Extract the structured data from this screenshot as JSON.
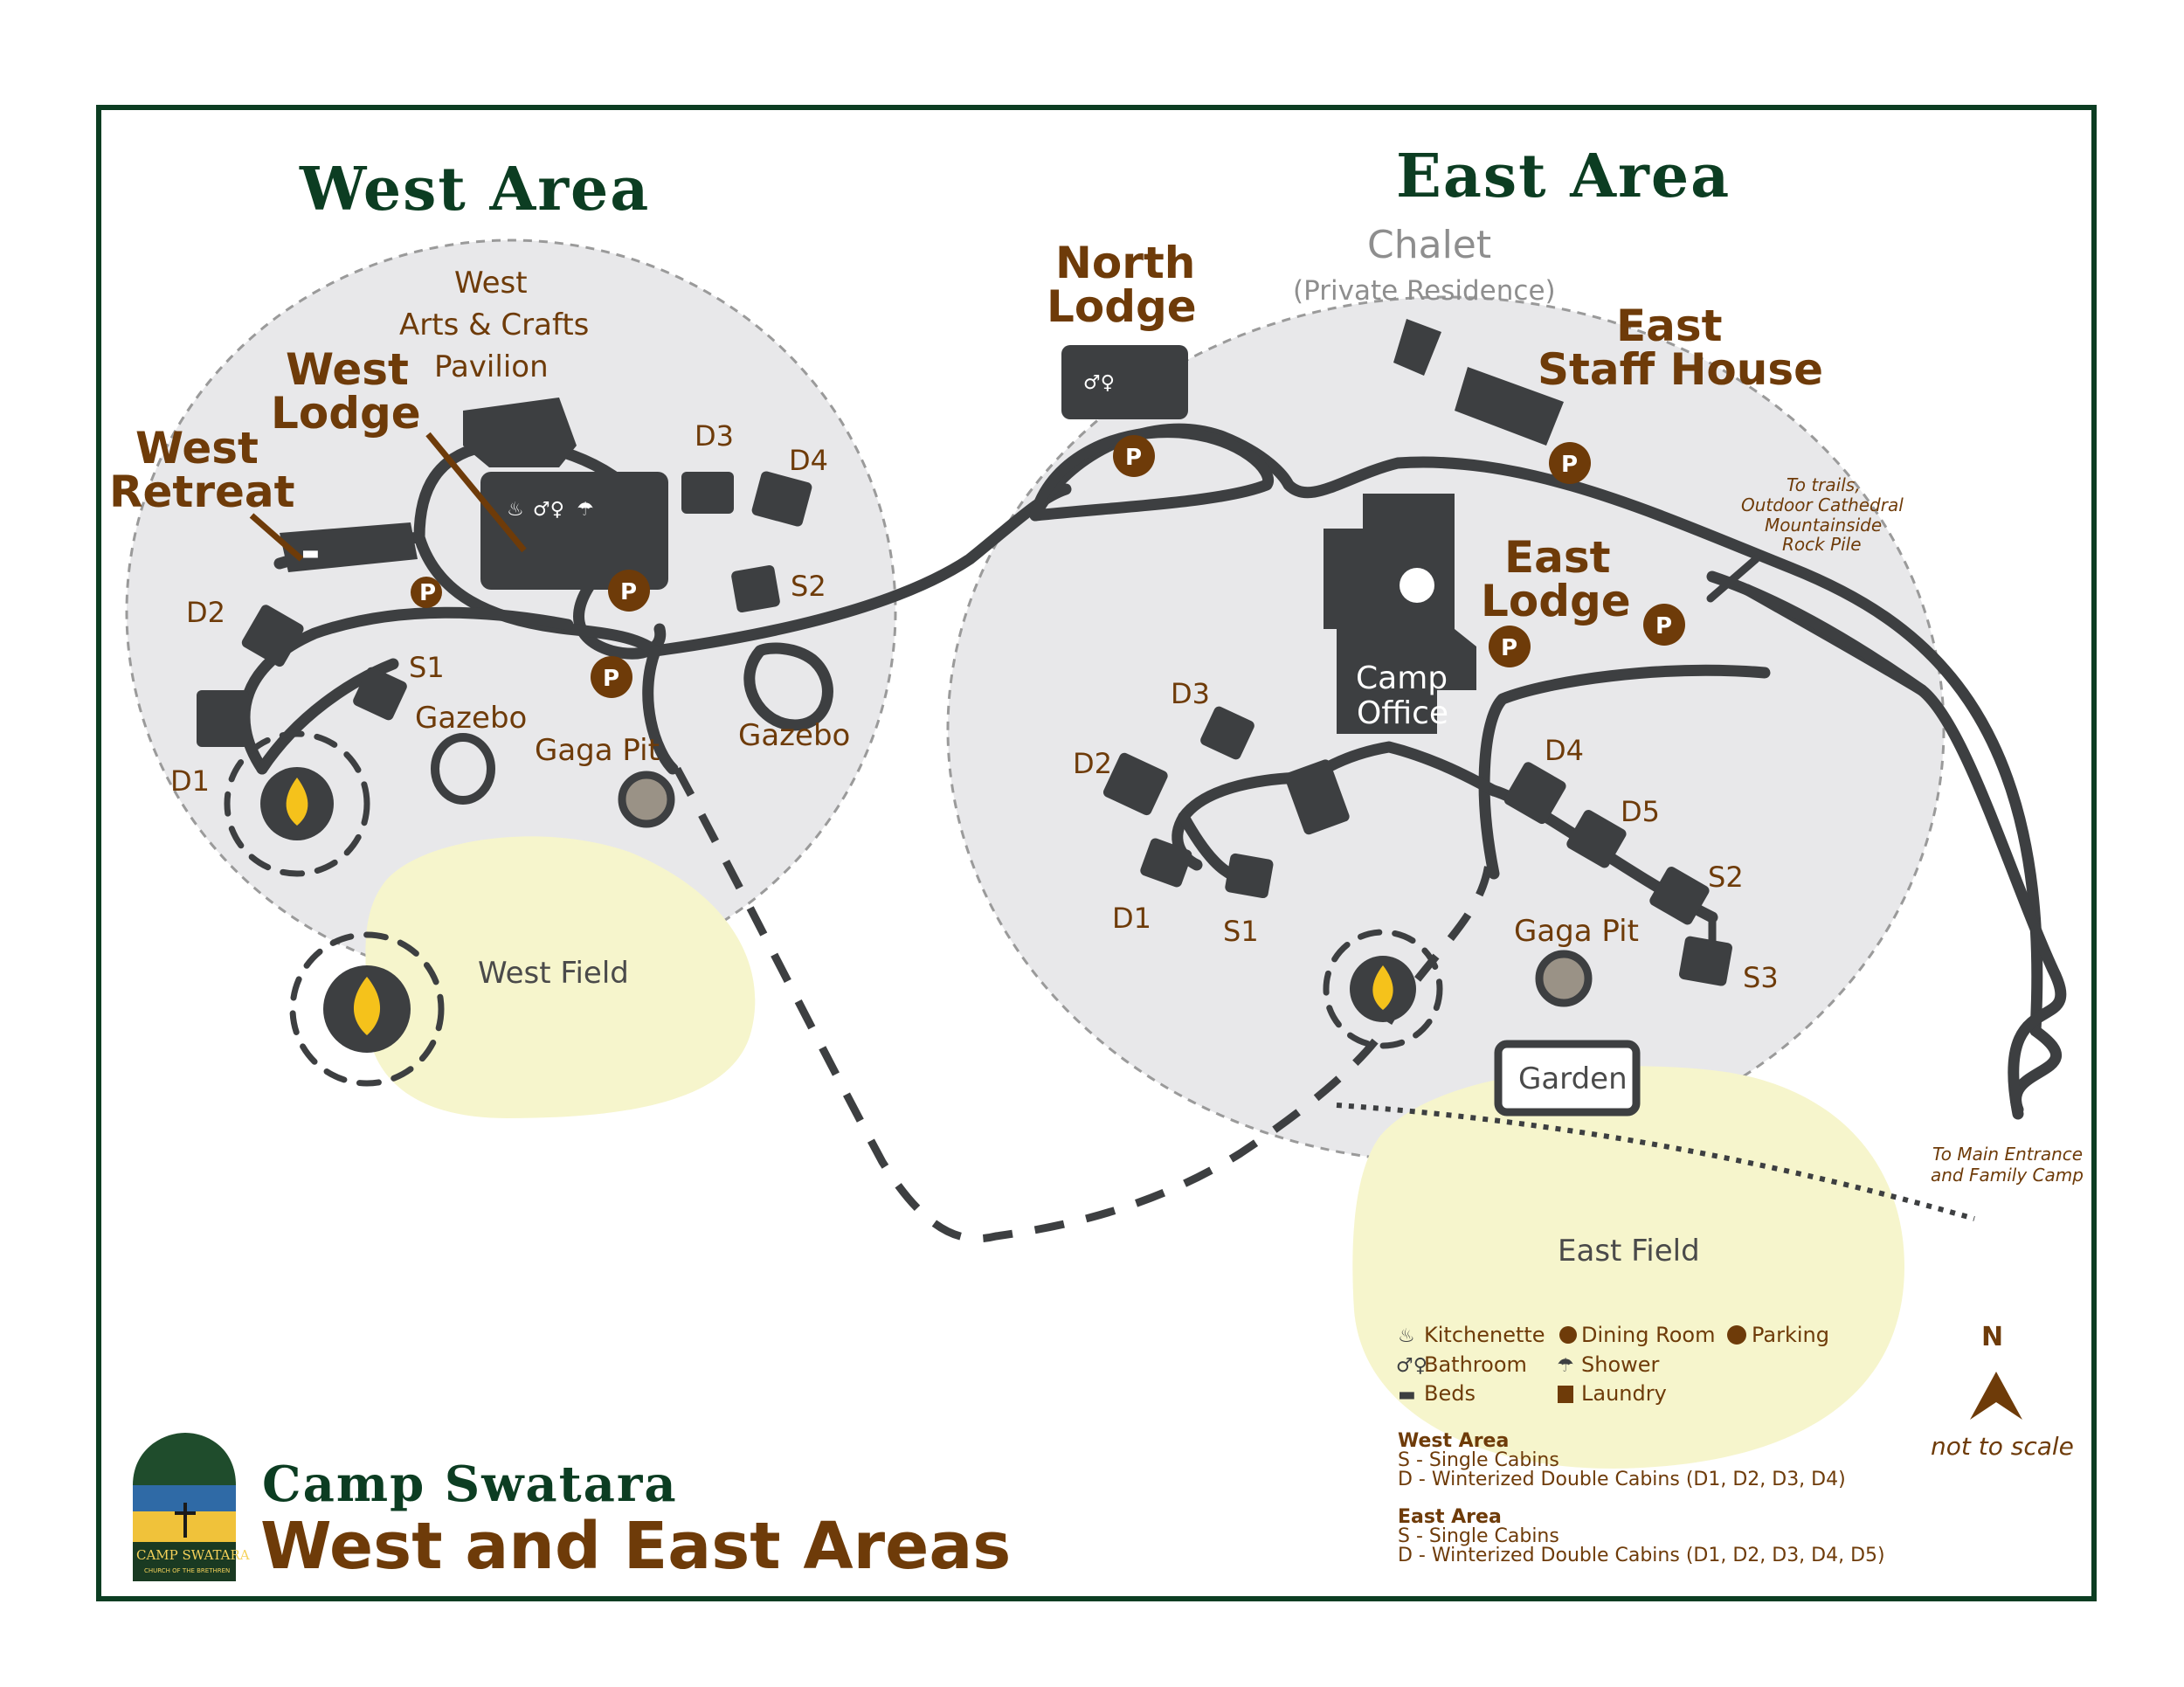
{
  "areas": {
    "west_title": "West Area",
    "east_title": "East Area"
  },
  "west": {
    "arts_line1": "West",
    "arts_line2": "Arts & Crafts",
    "arts_line3": "Pavilion",
    "lodge_line1": "West",
    "lodge_line2": "Lodge",
    "retreat_line1": "West",
    "retreat_line2": "Retreat",
    "cabins": {
      "d1": "D1",
      "d2": "D2",
      "d3": "D3",
      "d4": "D4",
      "s1": "S1",
      "s2": "S2"
    },
    "gazebo_left": "Gazebo",
    "gazebo_right": "Gazebo",
    "gaga_pit": "Gaga Pit",
    "field": "West Field"
  },
  "north": {
    "line1": "North",
    "line2": "Lodge"
  },
  "east": {
    "chalet": "Chalet",
    "chalet_note": "(Private Residence)",
    "staff_line1": "East",
    "staff_line2": "Staff House",
    "lodge_line1": "East",
    "lodge_line2": "Lodge",
    "office_line1": "Camp",
    "office_line2": "Office",
    "trails_line1": "To trails,",
    "trails_line2": "Outdoor Cathedral",
    "trails_line3": "Mountainside",
    "trails_line4": "Rock Pile",
    "cabins": {
      "d1": "D1",
      "d2": "D2",
      "d3": "D3",
      "d4": "D4",
      "d5": "D5",
      "s1": "S1",
      "s2": "S2",
      "s3": "S3"
    },
    "gaga_pit": "Gaga Pit",
    "garden": "Garden",
    "field": "East Field",
    "entrance_line1": "To Main Entrance",
    "entrance_line2": "and Family Camp"
  },
  "legend": {
    "kitchenette": "Kitchenette",
    "dining": "Dining Room",
    "parking": "Parking",
    "bathroom": "Bathroom",
    "shower": "Shower",
    "beds": "Beds",
    "laundry": "Laundry"
  },
  "key": {
    "west_head": "West Area",
    "west_s": "S - Single Cabins",
    "west_d": "D - Winterized Double Cabins (D1, D2, D3, D4)",
    "east_head": "East Area",
    "east_s": "S - Single Cabins",
    "east_d": "D - Winterized Double Cabins (D1, D2, D3, D4, D5)"
  },
  "compass": {
    "north": "N",
    "scale_note": "not to scale"
  },
  "parking_letter": "P",
  "title": {
    "line1": "Camp Swatara",
    "line2": "West and East Areas"
  },
  "logo": {
    "name": "CAMP SWATARA",
    "sub": "CHURCH OF THE BRETHREN"
  },
  "icons": [
    "campfire-icon",
    "bed-icon",
    "bathroom-icon",
    "shower-icon",
    "kitchenette-icon",
    "laundry-icon",
    "dining-icon",
    "parking-icon",
    "compass-arrow-icon"
  ],
  "colors": {
    "title_green": "#0c3d22",
    "label_brown": "#6e3b09",
    "building_grey": "#3d3f41",
    "zone_grey": "#e8e8ea",
    "field_yellow": "#f6f5cc",
    "fire_yellow": "#f5c21b"
  }
}
